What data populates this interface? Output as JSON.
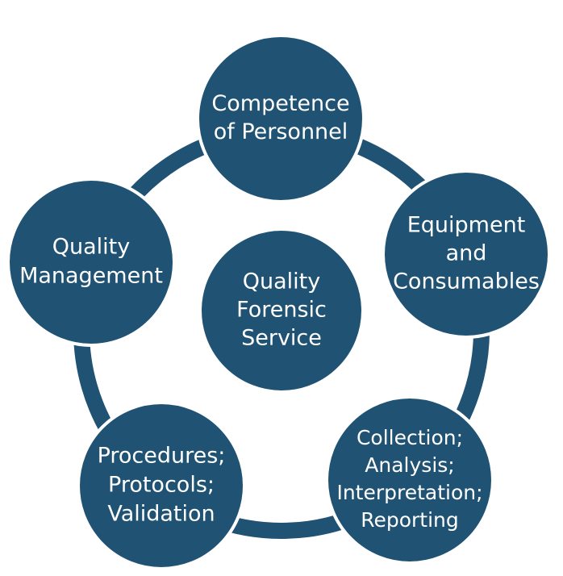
{
  "colors": {
    "node_fill": "#1f5273",
    "ring": "#1f5273",
    "text": "#ffffff",
    "background": "#ffffff"
  },
  "center": {
    "lines": [
      "Quality",
      "Forensic",
      "Service"
    ]
  },
  "nodes": [
    {
      "id": "competence-of-personnel",
      "lines": [
        "Competence",
        "of Personnel"
      ]
    },
    {
      "id": "equipment-and-consumables",
      "lines": [
        "Equipment",
        "and",
        "Consumables"
      ]
    },
    {
      "id": "collection-analysis-interpretation-reporting",
      "lines": [
        "Collection;",
        "Analysis;",
        "Interpretation;",
        "Reporting"
      ]
    },
    {
      "id": "procedures-protocols-validation",
      "lines": [
        "Procedures;",
        "Protocols;",
        "Validation"
      ]
    },
    {
      "id": "quality-management",
      "lines": [
        "Quality",
        "Management"
      ]
    }
  ]
}
